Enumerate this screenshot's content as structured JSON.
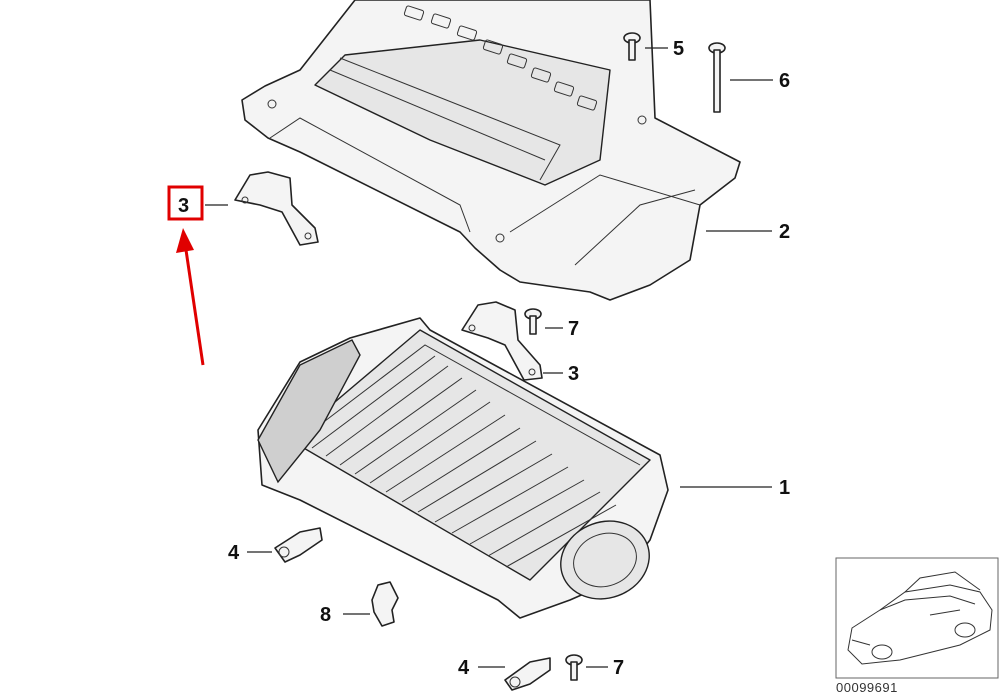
{
  "callouts": {
    "c1": "1",
    "c2": "2",
    "c3_top": "3",
    "c3_mid": "3",
    "c4_left": "4",
    "c4_bottom": "4",
    "c5": "5",
    "c6": "6",
    "c7_mid": "7",
    "c7_bottom": "7",
    "c8": "8"
  },
  "reference_number": "00099691",
  "highlight_color": "#e00000"
}
